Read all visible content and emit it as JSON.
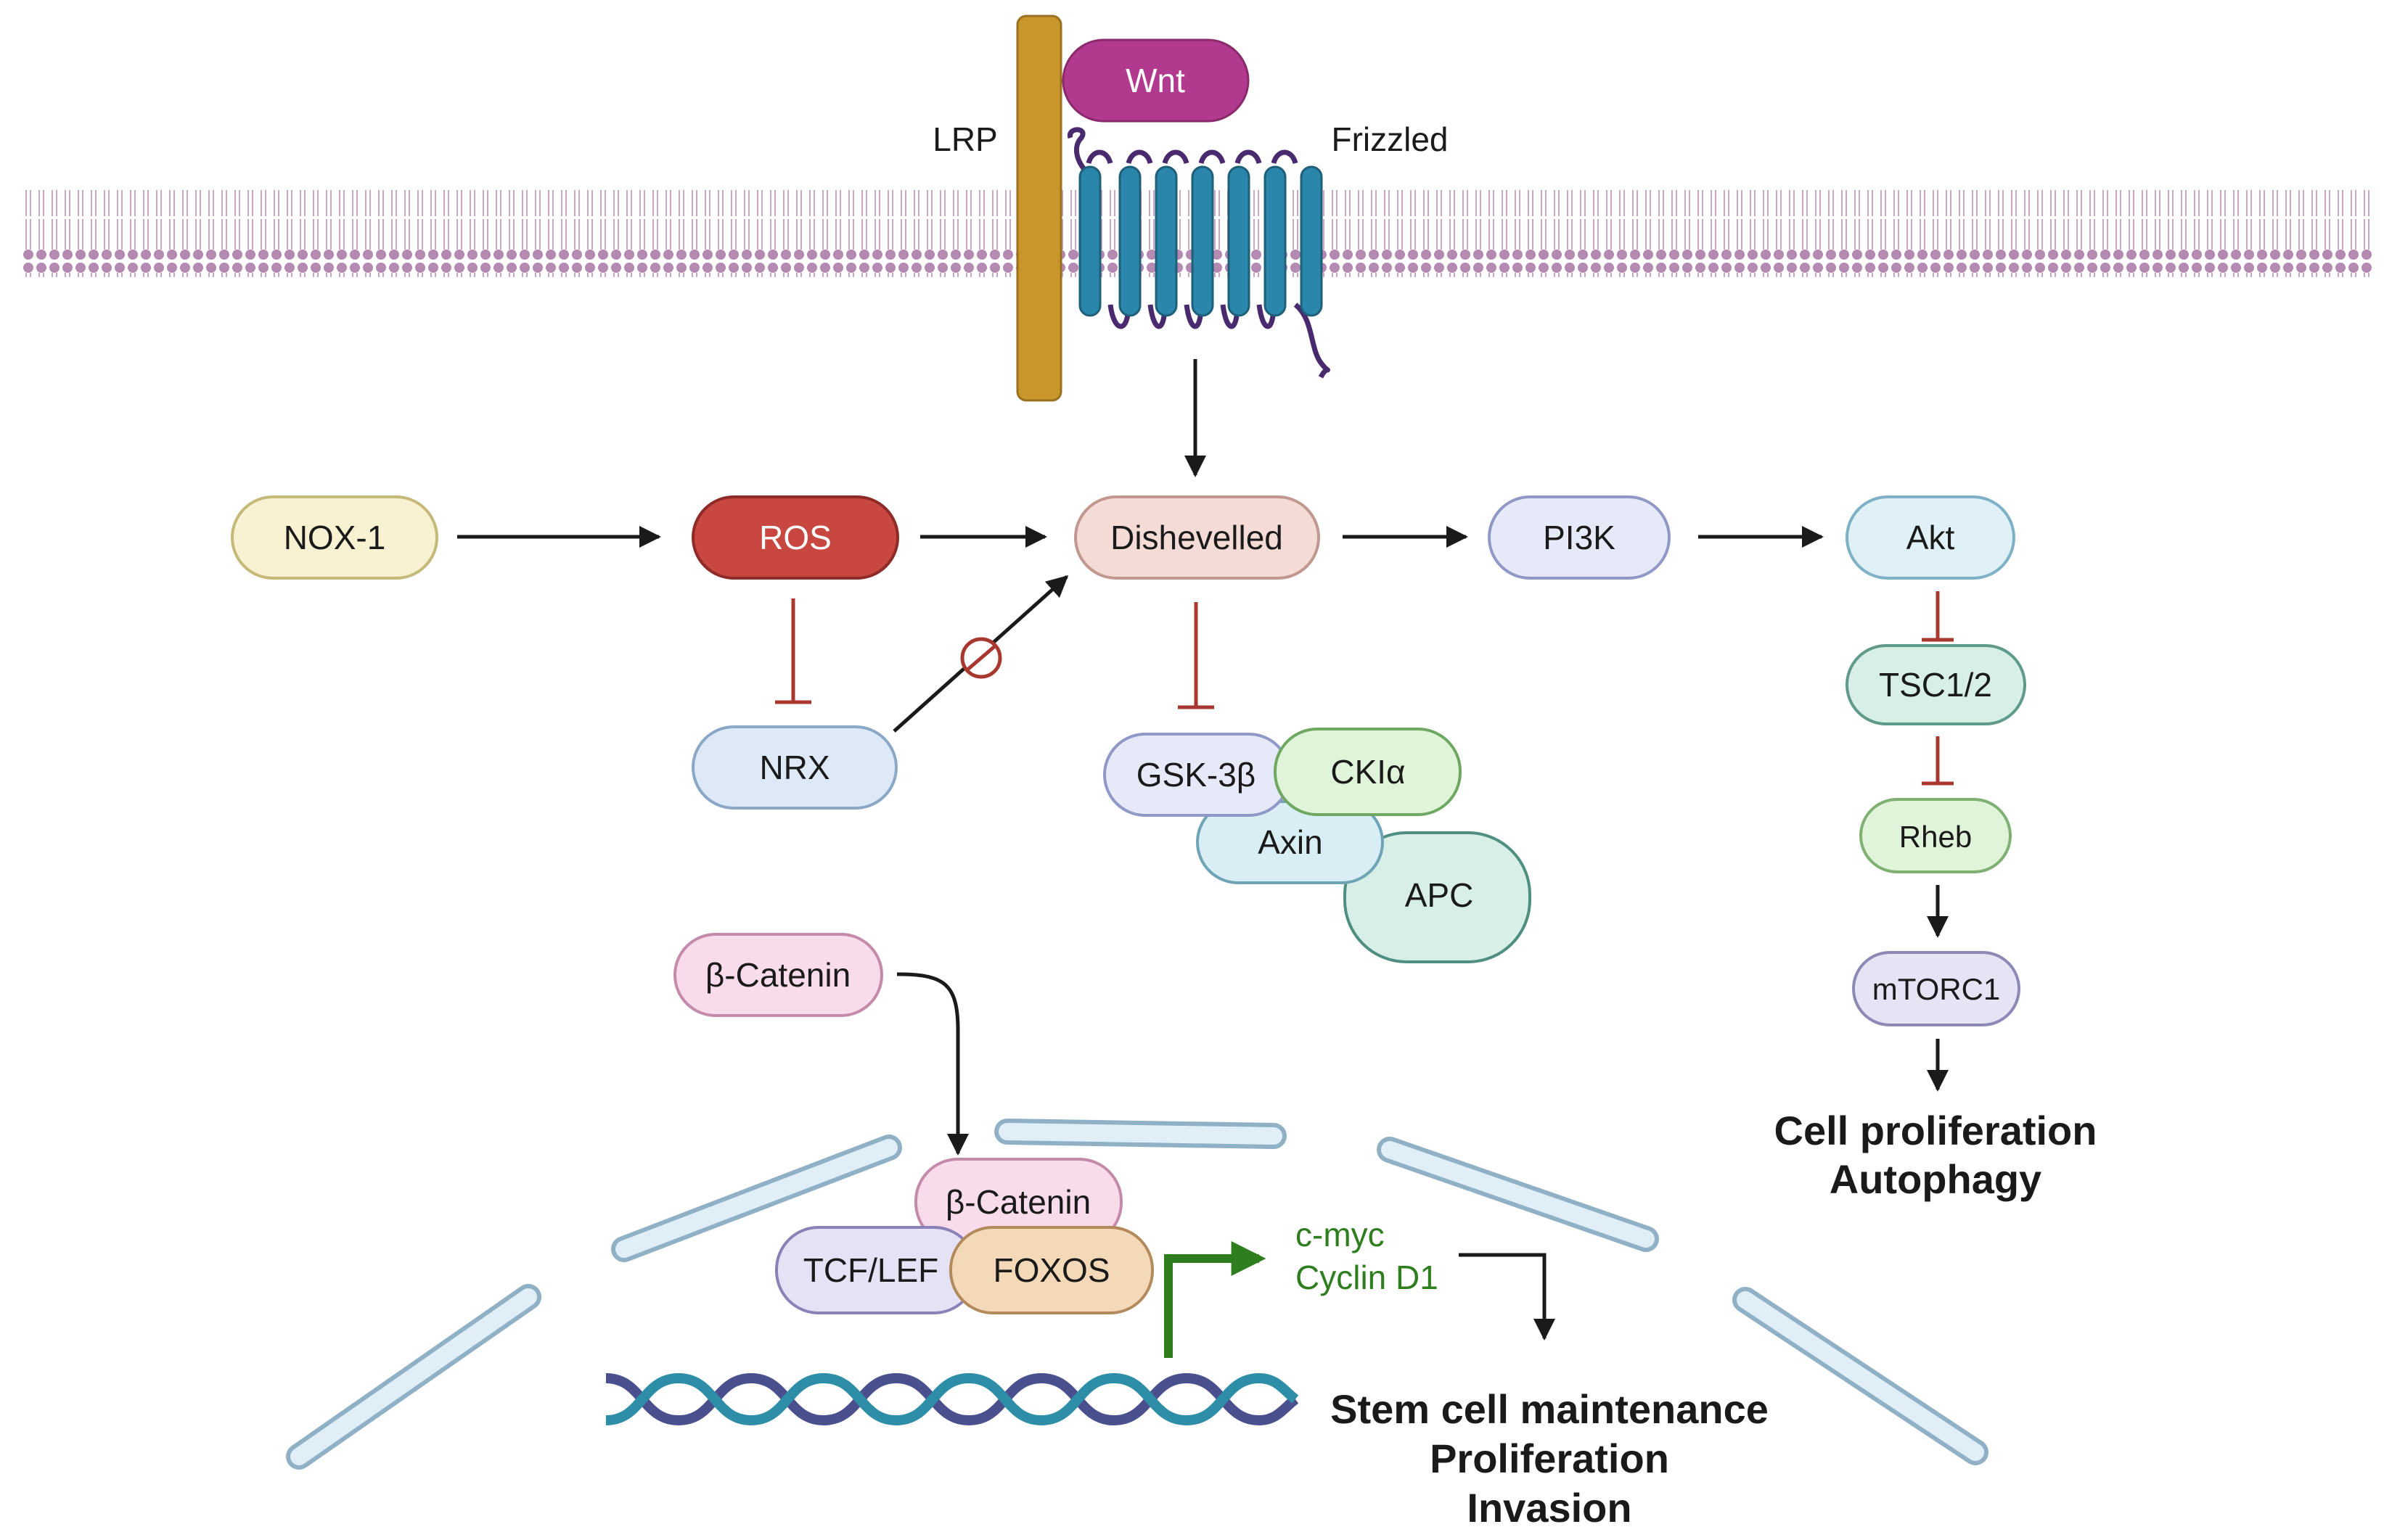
{
  "receptor_labels": {
    "lrp": "LRP",
    "wnt": "Wnt",
    "frizzled": "Frizzled"
  },
  "nodes": {
    "nox1": "NOX-1",
    "ros": "ROS",
    "dishevelled": "Dishevelled",
    "pi3k": "PI3K",
    "akt": "Akt",
    "nrx": "NRX",
    "tsc": "TSC1/2",
    "rheb": "Rheb",
    "mtorc1": "mTORC1",
    "gsk3b": "GSK-3β",
    "ck1a": "CKIα",
    "axin": "Axin",
    "apc": "APC",
    "bcat_cyto": "β-Catenin",
    "bcat_nuc": "β-Catenin",
    "tcf": "TCF/LEF",
    "foxo": "FOXOS"
  },
  "target_genes": [
    "c-myc",
    "Cyclin D1"
  ],
  "outcomes": {
    "mtor_branch": [
      "Cell proliferation",
      "Autophagy"
    ],
    "nuclear": [
      "Stem cell maintenance",
      "Proliferation",
      "Invasion"
    ]
  },
  "colors": {
    "membrane": "#b48ab2",
    "lrp": "#c8962a",
    "wnt": "#b23a8e",
    "frizzled": "#2a86aa",
    "frizzled_loop": "#4a2a6e",
    "inhibition": "#a8382f",
    "activation": "#1a1a1a",
    "gene_arrow": "#2e7d1f",
    "nucleus": "#b5cfdf",
    "dna_a": "#4a4f8e",
    "dna_b": "#2f8ea7"
  }
}
